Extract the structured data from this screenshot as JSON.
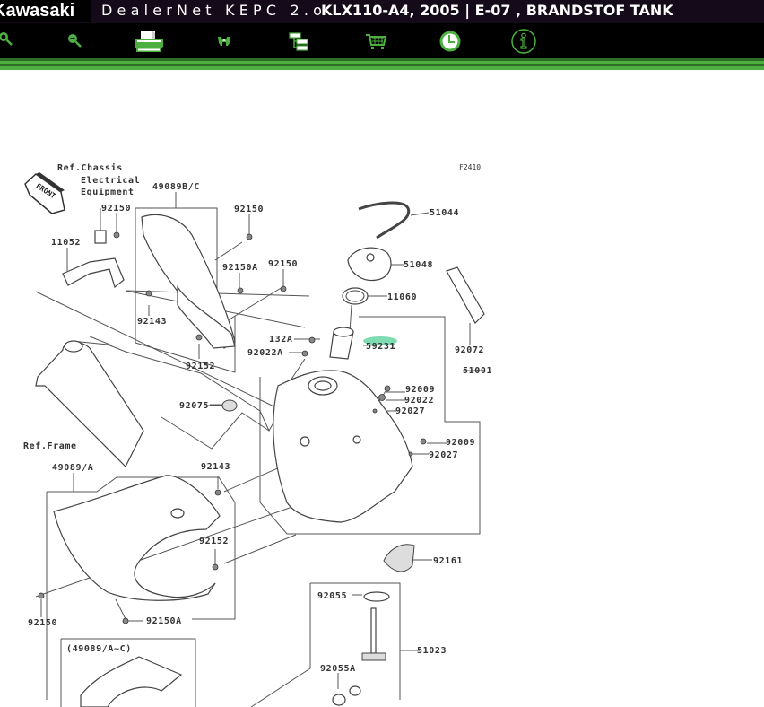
{
  "header": {
    "brand": "Kawasaki",
    "app_name": "DealerNet KEPC 2.o",
    "doc_title": "KLX110-A4, 2005 | E-07 , BRANDSTOF TANK"
  },
  "toolbar": {
    "buttons": [
      {
        "name": "zoom-in",
        "icon": "magnifier-plus-icon"
      },
      {
        "name": "zoom-out",
        "icon": "magnifier-minus-icon"
      },
      {
        "name": "print",
        "icon": "printer-icon"
      },
      {
        "name": "model-select",
        "icon": "motorcycle-icon"
      },
      {
        "name": "tree-view",
        "icon": "tree-icon"
      },
      {
        "name": "cart",
        "icon": "cart-icon"
      },
      {
        "name": "history",
        "icon": "clock-icon"
      },
      {
        "name": "info",
        "icon": "info-icon"
      }
    ]
  },
  "colors": {
    "accent_green": "#4caf3f",
    "dark_green": "#2e6b27",
    "highlight": "#6fd8a8",
    "title_bg": "#150a1a"
  },
  "diagram": {
    "figure_code": "F2410",
    "front_label": "FRONT",
    "notes": {
      "ref_chassis": "Ref.Chassis",
      "ref_electrical_1": "Electrical",
      "ref_electrical_2": "Equipment",
      "ref_frame": "Ref.Frame",
      "group_note": "(49089/A~C)"
    },
    "callouts": [
      {
        "id": "c-49089bc",
        "label": "49089B/C"
      },
      {
        "id": "c-92150-a",
        "label": "92150"
      },
      {
        "id": "c-92150-b",
        "label": "92150"
      },
      {
        "id": "c-11052",
        "label": "11052"
      },
      {
        "id": "c-92150a-a",
        "label": "92150A"
      },
      {
        "id": "c-92150-c",
        "label": "92150"
      },
      {
        "id": "c-92143-a",
        "label": "92143"
      },
      {
        "id": "c-92152-a",
        "label": "92152"
      },
      {
        "id": "c-51044",
        "label": "51044"
      },
      {
        "id": "c-51048",
        "label": "51048"
      },
      {
        "id": "c-11060",
        "label": "11060"
      },
      {
        "id": "c-92072",
        "label": "92072"
      },
      {
        "id": "c-132a",
        "label": "132A"
      },
      {
        "id": "c-92022a",
        "label": "92022A"
      },
      {
        "id": "c-59231",
        "label": "59231"
      },
      {
        "id": "c-51001",
        "label": "51001"
      },
      {
        "id": "c-92009-a",
        "label": "92009"
      },
      {
        "id": "c-92022",
        "label": "92022"
      },
      {
        "id": "c-92027-a",
        "label": "92027"
      },
      {
        "id": "c-92075",
        "label": "92075"
      },
      {
        "id": "c-92009-b",
        "label": "92009"
      },
      {
        "id": "c-92027-b",
        "label": "92027"
      },
      {
        "id": "c-49089a",
        "label": "49089/A"
      },
      {
        "id": "c-92143-b",
        "label": "92143"
      },
      {
        "id": "c-92152-b",
        "label": "92152"
      },
      {
        "id": "c-92161",
        "label": "92161"
      },
      {
        "id": "c-92150-d",
        "label": "92150"
      },
      {
        "id": "c-92150a-b",
        "label": "92150A"
      },
      {
        "id": "c-92055",
        "label": "92055"
      },
      {
        "id": "c-51023",
        "label": "51023"
      },
      {
        "id": "c-92055a",
        "label": "92055A"
      }
    ]
  }
}
